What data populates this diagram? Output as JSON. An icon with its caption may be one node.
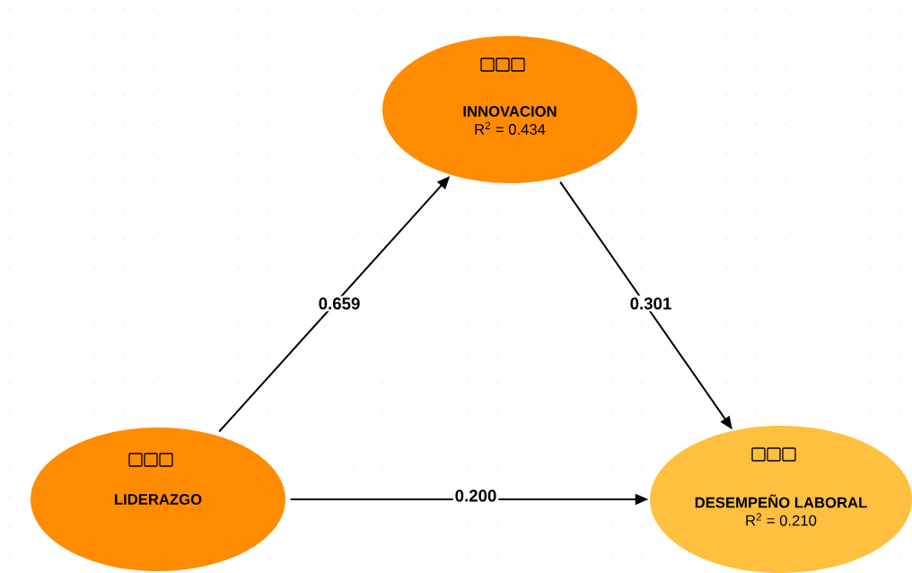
{
  "diagram": {
    "nodes": [
      {
        "text": [
          "INNOVACION",
          "R$^{2}$ = 0.434"
        ]
      },
      {
        "text": [
          "LIDERAZGO"
        ]
      },
      {
        "text": [
          "DESEMPEÑO LABORAL",
          "R$^{2}$ = 0.210"
        ]
      }
    ],
    "edges": [
      {
        "from": 1,
        "to": 0,
        "arrow": "to",
        "label": "0.659"
      },
      {
        "from": 0,
        "to": 2,
        "arrow": "to",
        "label": "0.301"
      },
      {
        "from": 1,
        "to": 2,
        "arrow": "to",
        "label": "0.200"
      }
    ]
  }
}
